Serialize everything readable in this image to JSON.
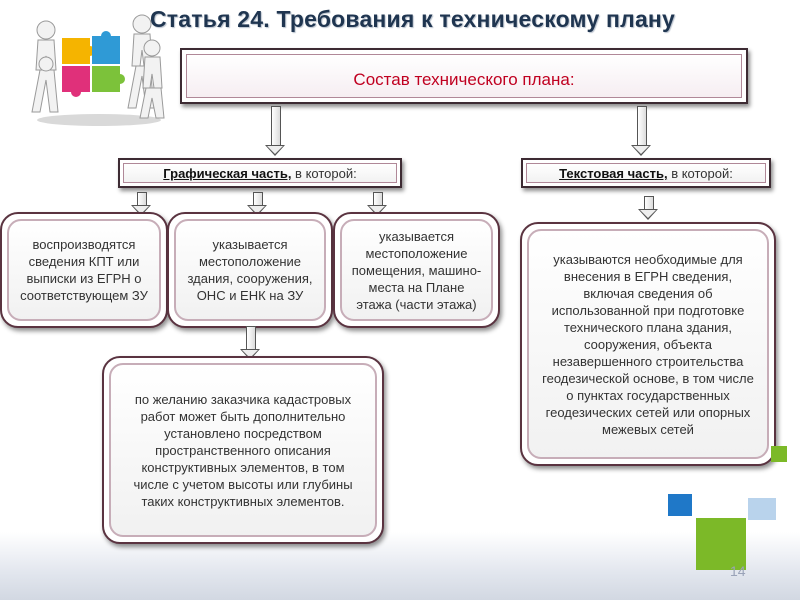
{
  "slide": {
    "title": "Статья 24. Требования к техническому плану",
    "page_number": "14",
    "main_box": "Состав технического плана:",
    "graphic_section": {
      "label": "Графическая часть,",
      "suffix": " в которой:"
    },
    "text_section": {
      "label": "Текстовая часть,",
      "suffix": " в которой:"
    },
    "cards": {
      "card1": "воспроизводятся сведения КПТ или выписки из ЕГРН о соответствующем ЗУ",
      "card2": "указывается местоположение здания, сооружения, ОНС и ЕНК на ЗУ",
      "card3": "указывается местоположение помещения, машино-места на Плане этажа (части этажа)",
      "card4": "по желанию заказчика кадастровых работ может быть дополнительно установлено посредством пространственного описания конструктивных элементов, в том числе с учетом высоты или глубины таких конструктивных элементов.",
      "card5": "указываются необходимые для внесения в ЕГРН сведения, включая сведения об использованной при подготовке технического плана здания, сооружения, объекта незавершенного строительства геодезической основе, в том числе о пунктах государственных геодезических сетей или опорных межевых сетей"
    },
    "icons": {
      "puzzle": "puzzle-people-icon"
    },
    "colors": {
      "title": "#1f3550",
      "main_box_text": "#c00020",
      "square_green": "#7cb928",
      "square_blue": "#1f78c8",
      "square_light_blue": "#b9d3ec"
    }
  }
}
